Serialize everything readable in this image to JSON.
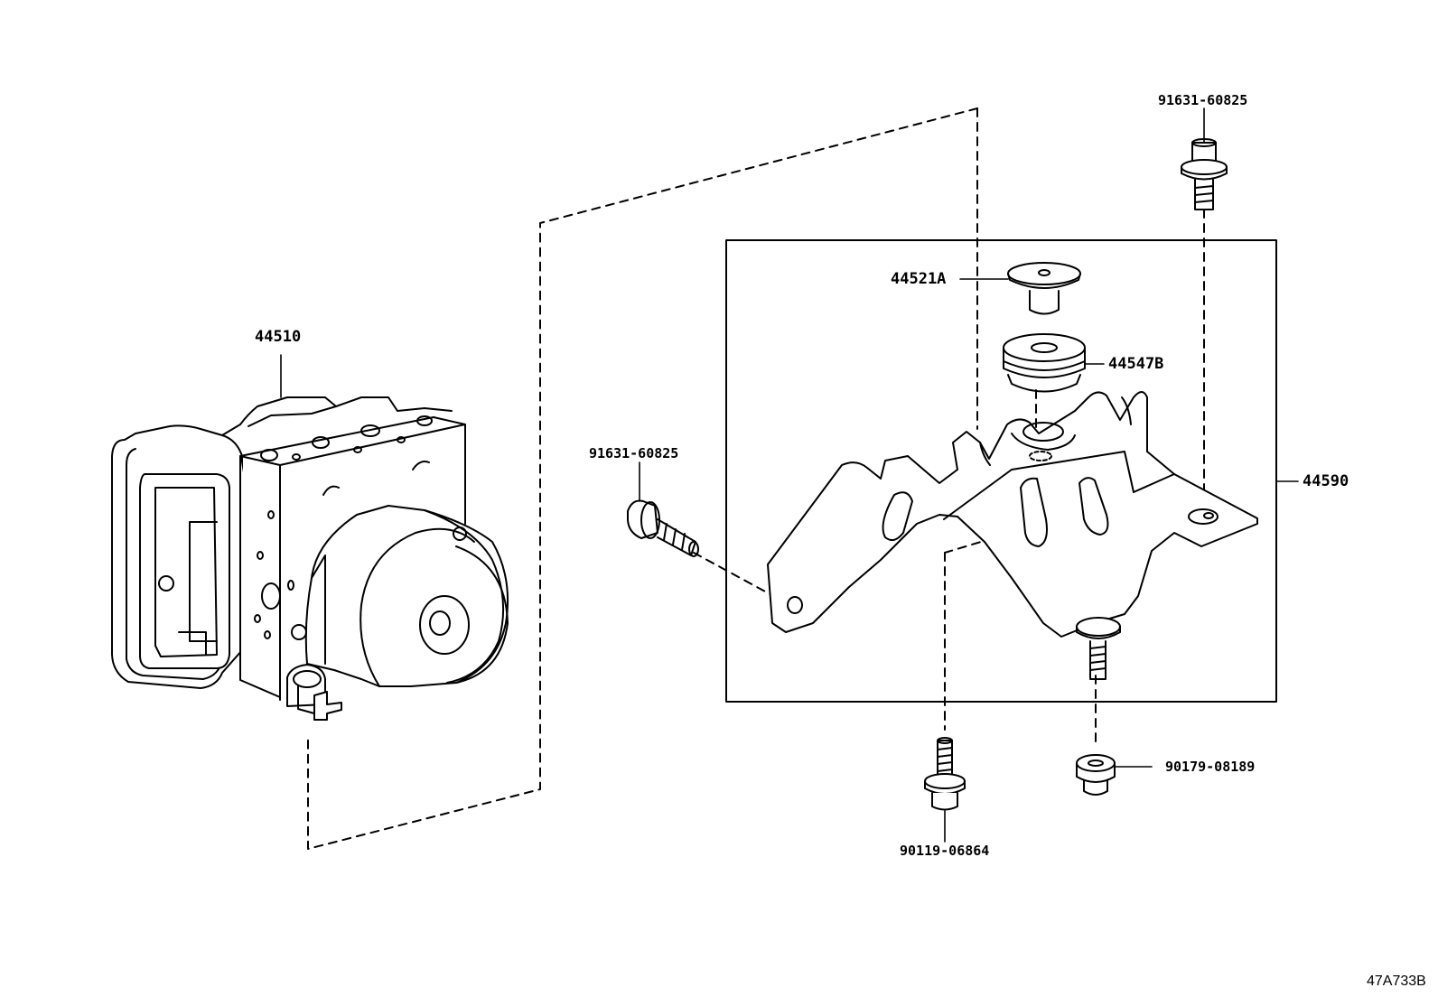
{
  "diagram_code": "47A733B",
  "parts": {
    "abs_actuator": "44510",
    "bracket_assy": "44590",
    "collar": "44521A",
    "cushion": "44547B",
    "bolt_upper_right": "91631-60825",
    "bolt_left": "91631-60825",
    "bolt_lower": "90119-06864",
    "nut": "90179-08189"
  }
}
